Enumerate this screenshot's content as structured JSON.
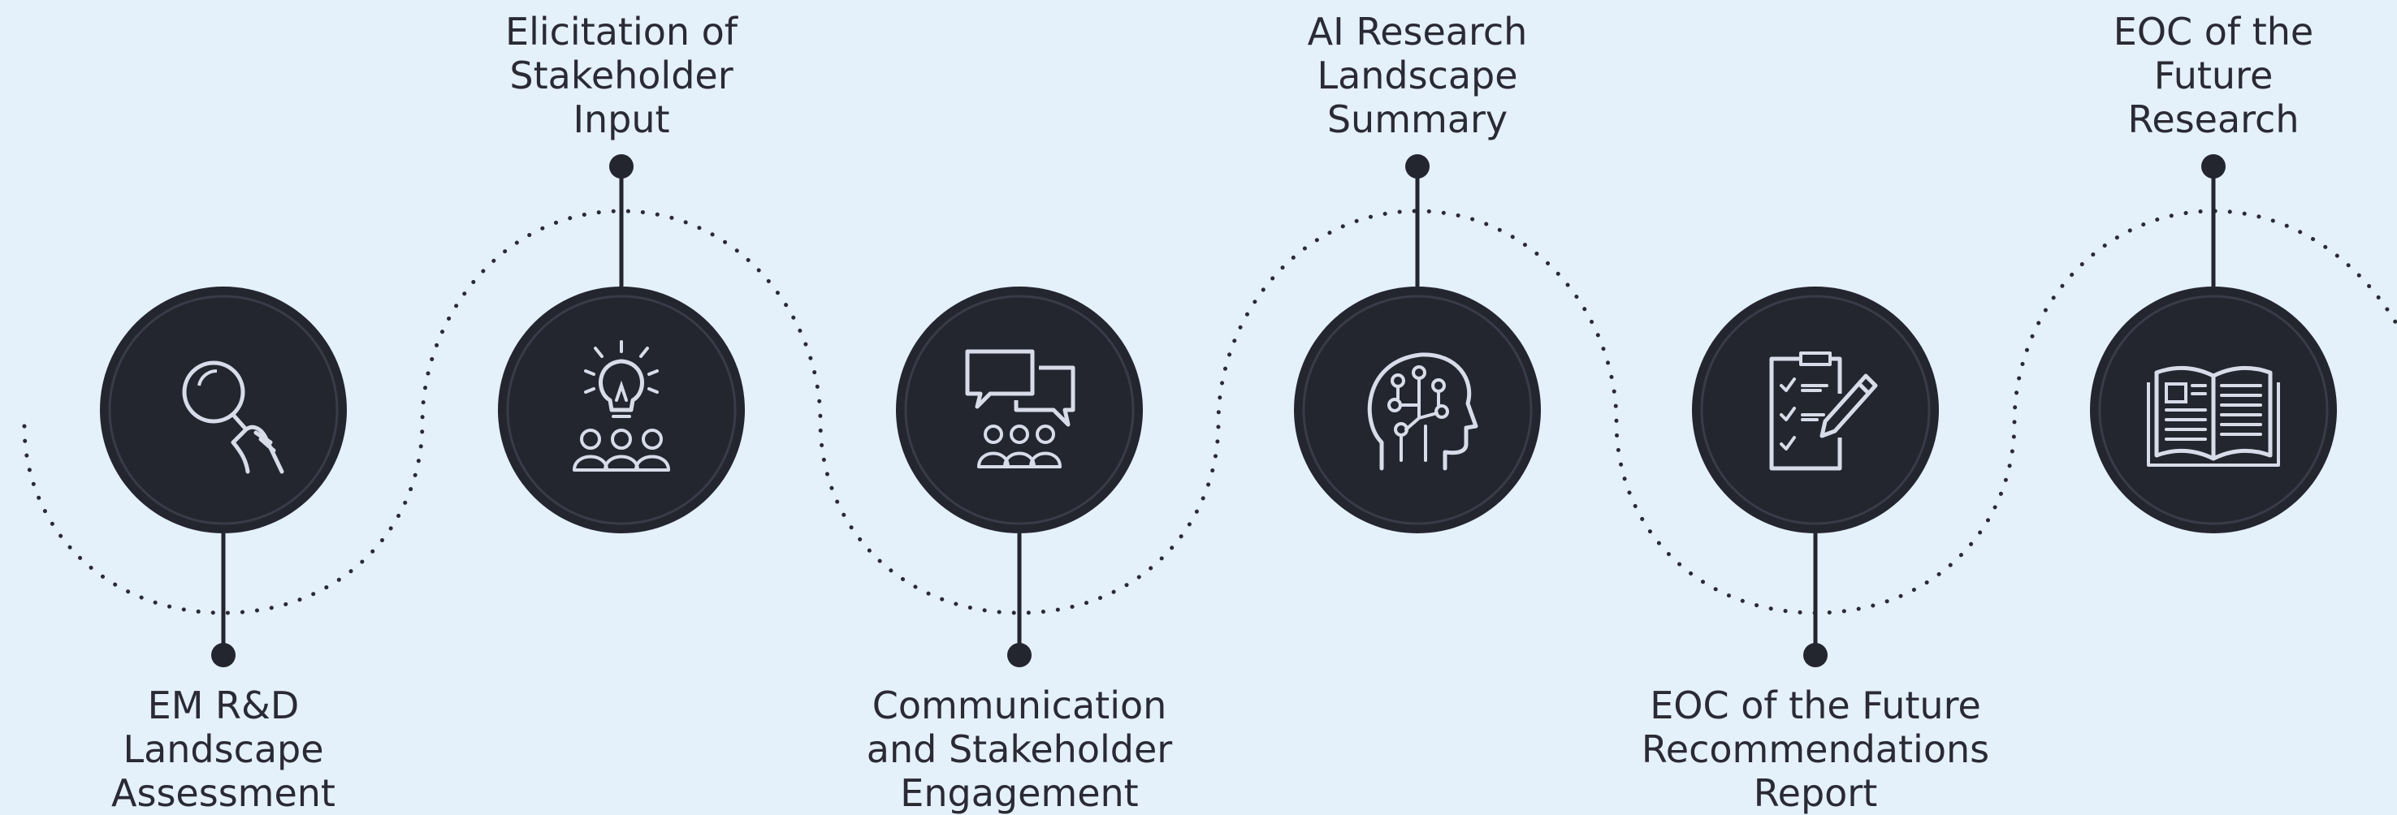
{
  "colors": {
    "background": "#e4f0fa",
    "circle_fill": "#23252f",
    "circle_ring": "#393c48",
    "icon_stroke": "#d8dce8",
    "connector": "#23252f",
    "dotted_path": "#2a2a35"
  },
  "steps": [
    {
      "label": "EM R&D\nLandscape\nAssessment",
      "icon": "magnifier-hand-icon",
      "label_position": "bottom"
    },
    {
      "label": "Elicitation of\nStakeholder\nInput",
      "icon": "lightbulb-people-icon",
      "label_position": "top"
    },
    {
      "label": "Communication\nand Stakeholder\nEngagement",
      "icon": "speech-bubbles-people-icon",
      "label_position": "bottom"
    },
    {
      "label": "AI Research\nLandscape\nSummary",
      "icon": "ai-head-circuit-icon",
      "label_position": "top"
    },
    {
      "label": "EOC of the Future\nRecommendations\nReport",
      "icon": "clipboard-checklist-pencil-icon",
      "label_position": "bottom"
    },
    {
      "label": "EOC of the\nFuture\nResearch",
      "icon": "open-book-icon",
      "label_position": "top"
    }
  ]
}
